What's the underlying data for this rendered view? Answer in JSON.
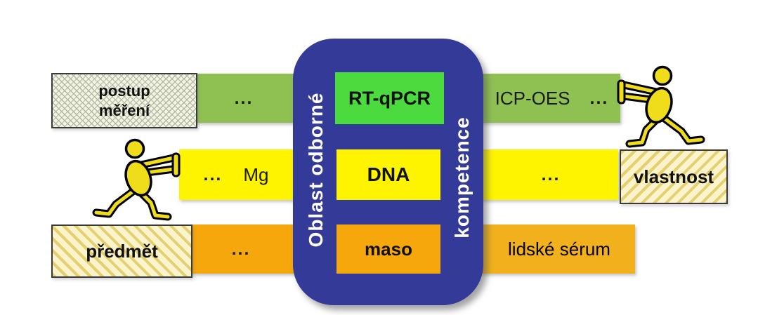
{
  "colors": {
    "green_bar": "#8EC152",
    "green_box": "#4BDB3E",
    "yellow": "#FFF400",
    "orange": "#F6A70B",
    "orange_right": "#F2B11C",
    "panel_blue": "#333A97",
    "figure_yellow": "#EFDC1B",
    "hatch_green_bg": "#F4F4E6",
    "hatch_green_line": "#AEB89C",
    "hatch_yellow_bg": "#FAF4CC",
    "hatch_yellow_line": "#E6CF6E",
    "text_dark": "#1A1A1A"
  },
  "panel": {
    "left_label": "Oblast odborné",
    "right_label": "kompetence"
  },
  "rows": {
    "procedure": {
      "left_box_line1": "postup",
      "left_box_line2": "měření",
      "left_dots": "...",
      "center_box": "RT-qPCR",
      "right_value": "ICP-OES",
      "right_dots": "..."
    },
    "property": {
      "left_dots": "...",
      "left_value": "Mg",
      "center_box": "DNA",
      "right_dots": "...",
      "right_box": "vlastnost"
    },
    "object": {
      "left_box": "předmět",
      "left_dots": "...",
      "center_box": "maso",
      "right_value": "lidské sérum"
    }
  },
  "icons": {
    "left_pusher": "pushing-person-icon",
    "right_pusher": "pushing-person-icon"
  }
}
